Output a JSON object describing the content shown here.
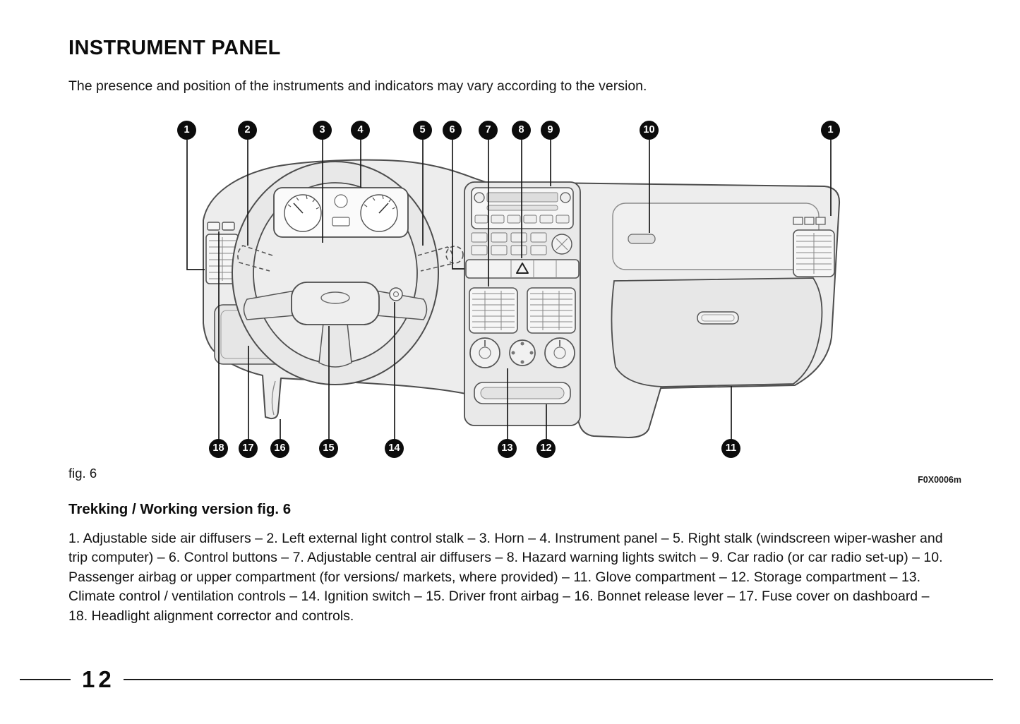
{
  "page": {
    "title": "INSTRUMENT PANEL",
    "intro": "The presence and position of the instruments and indicators may vary according to the version.",
    "figure_caption": "fig. 6",
    "figure_code": "F0X0006m",
    "section_heading": "Trekking / Working version fig. 6",
    "legend": "1. Adjustable side air diffusers – 2. Left external light control stalk – 3.  Horn – 4. Instrument panel – 5. Right stalk (windscreen wiper-washer and trip computer) – 6. Control buttons – 7. Adjustable central air diffusers – 8. Hazard warning lights switch – 9. Car radio (or car radio set-up) – 10. Passenger airbag or upper compartment (for versions/ markets, where provided) – 11. Glove compartment – 12.  Storage compartment – 13. Climate control / ventilation controls – 14. Ignition switch – 15. Driver front airbag – 16. Bonnet release lever – 17. Fuse cover on dashboard – 18. Headlight alignment corrector and controls.",
    "page_number": "12"
  },
  "figure": {
    "callouts": [
      "1",
      "2",
      "3",
      "4",
      "5",
      "6",
      "7",
      "8",
      "9",
      "10",
      "1",
      "18",
      "17",
      "16",
      "15",
      "14",
      "13",
      "12",
      "11"
    ]
  }
}
